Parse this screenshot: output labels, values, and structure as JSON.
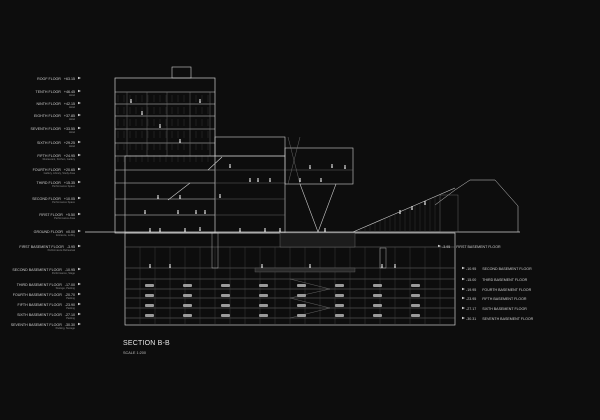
{
  "title": "SECTION B-B",
  "scale": "SCALE 1:200",
  "levels_left": [
    {
      "name": "ROOF FLOOR",
      "elev": "+63.15",
      "sub": ""
    },
    {
      "name": "TENTH FLOOR",
      "elev": "+46.45",
      "sub": "Hotel"
    },
    {
      "name": "NINTH FLOOR",
      "elev": "+42.15",
      "sub": "Hotel"
    },
    {
      "name": "EIGHTH FLOOR",
      "elev": "+37.85",
      "sub": "Hotel"
    },
    {
      "name": "SEVENTH FLOOR",
      "elev": "+33.55",
      "sub": "Hotel"
    },
    {
      "name": "SIXTH FLOOR",
      "elev": "+29.25",
      "sub": "Hotel"
    },
    {
      "name": "FIFTH FLOOR",
      "elev": "+24.95",
      "sub": "Restaurant, Kitchen, Gallery"
    },
    {
      "name": "FOURTH FLOOR",
      "elev": "+20.65",
      "sub": "Gallery, Library, Study Area"
    },
    {
      "name": "THIRD FLOOR",
      "elev": "+15.35",
      "sub": "Performance Space"
    },
    {
      "name": "SECOND FLOOR",
      "elev": "+10.05",
      "sub": "Performance Space"
    },
    {
      "name": "FIRST FLOOR",
      "elev": "+5.50",
      "sub": "Performance Area"
    },
    {
      "name": "GROUND FLOOR",
      "elev": "±0.00",
      "sub": "Entrance, Lobby"
    },
    {
      "name": "FIRST BASEMENT FLOOR",
      "elev": "-3.95",
      "sub": "Performance Rehearsal"
    },
    {
      "name": "SECOND BASEMENT FLOOR",
      "elev": "-10.95",
      "sub": "Performance, Stage"
    },
    {
      "name": "THIRD BASEMENT FLOOR",
      "elev": "-17.00",
      "sub": "Storage, Parking"
    },
    {
      "name": "FOURTH BASEMENT FLOOR",
      "elev": "-20.70",
      "sub": "Parking"
    },
    {
      "name": "FIFTH BASEMENT FLOOR",
      "elev": "-23.90",
      "sub": "Parking"
    },
    {
      "name": "SIXTH BASEMENT FLOOR",
      "elev": "-27.10",
      "sub": "Parking"
    },
    {
      "name": "SEVENTH BASEMENT FLOOR",
      "elev": "-30.30",
      "sub": "Parking, Storage"
    }
  ],
  "levels_right": [
    {
      "name": "SECOND BASEMENT FLOOR",
      "elev": "-10.95"
    },
    {
      "name": "THIRD BASEMENT FLOOR",
      "elev": "-15.00"
    },
    {
      "name": "FOURTH BASEMENT FLOOR",
      "elev": "-19.95"
    },
    {
      "name": "FIFTH BASEMENT FLOOR",
      "elev": "-23.95"
    },
    {
      "name": "SIXTH BASEMENT FLOOR",
      "elev": "-27.17"
    },
    {
      "name": "SEVENTH BASEMENT FLOOR",
      "elev": "-30.31"
    }
  ],
  "level_right_extra": {
    "name": "FIRST BASEMENT FLOOR",
    "elev": "-3.95"
  }
}
